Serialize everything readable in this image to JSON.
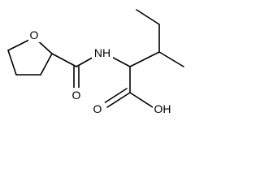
{
  "molecule": {
    "atoms": {
      "ring_o": "O",
      "amide_n": "NH",
      "carbonyl_o": "O",
      "acid_oh": "OH"
    }
  },
  "colors": {
    "bond": "#000000",
    "background": "#ffffff"
  }
}
